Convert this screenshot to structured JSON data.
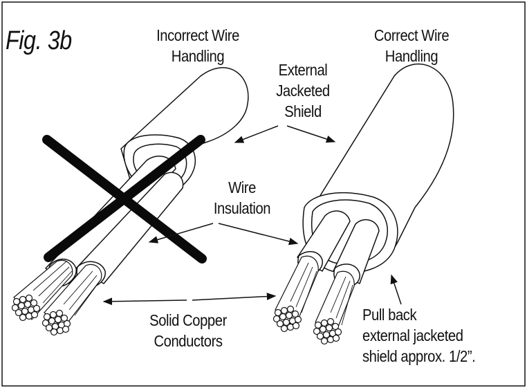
{
  "figure": {
    "label": "Fig. 3b",
    "incorrect_label_line1": "Incorrect Wire",
    "incorrect_label_line2": "Handling",
    "correct_label_line1": "Correct Wire",
    "correct_label_line2": "Handling",
    "shield_label_line1": "External",
    "shield_label_line2": "Jacketed",
    "shield_label_line3": "Shield",
    "insulation_label_line1": "Wire",
    "insulation_label_line2": "Insulation",
    "conductor_label_line1": "Solid Copper",
    "conductor_label_line2": "Conductors",
    "note_line1": "Pull back",
    "note_line2": "external jacketed",
    "note_line3": "shield approx. 1/2”."
  },
  "colors": {
    "line": "#111111",
    "fill": "#ffffff",
    "cross": "#0a0a0a"
  }
}
